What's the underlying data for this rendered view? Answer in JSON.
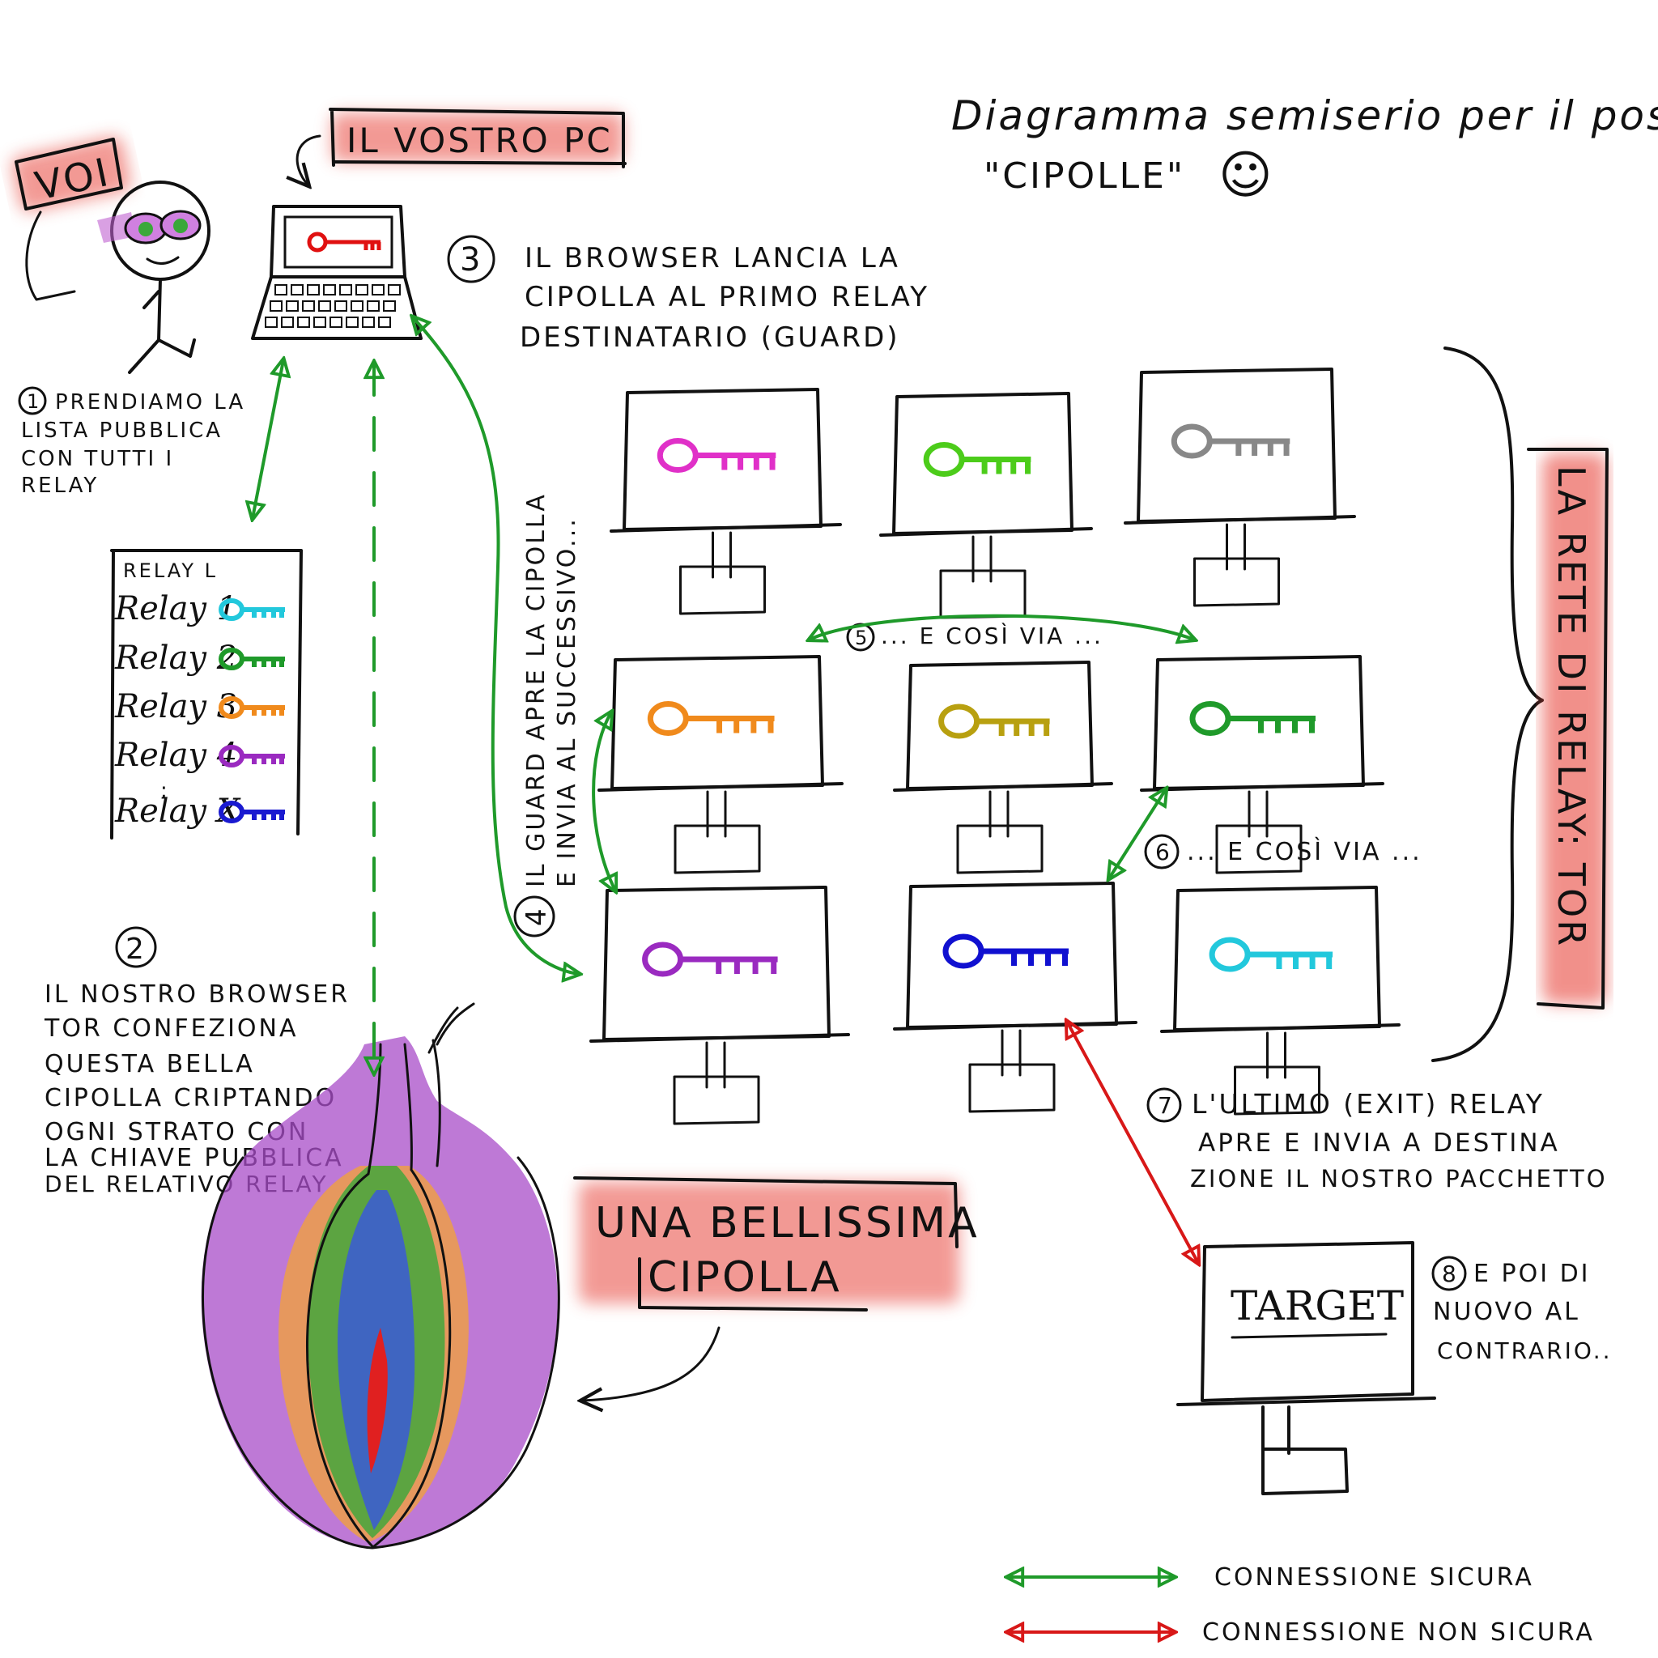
{
  "title": {
    "line1": "Diagramma semiserio per il post",
    "line2": "\"CIPOLLE\"",
    "smiley": "☺"
  },
  "labels": {
    "you": "VOI",
    "your_pc": "IL VOSTRO PC",
    "onion_banner_line1": "UNA BELLISSIMA",
    "onion_banner_line2": "CIPOLLA",
    "tor_network": "LA RETE DI RELAY: TOR",
    "target": "TARGET"
  },
  "steps": [
    {
      "num": "1",
      "lines": [
        "PRENDIAMO LA",
        "LISTA PUBBLICA",
        "CON TUTTI I",
        "RELAY"
      ]
    },
    {
      "num": "2",
      "lines": [
        "IL NOSTRO BROWSER",
        "TOR CONFEZIONA",
        "QUESTA BELLA",
        "CIPOLLA CRIPTANDO",
        "OGNI STRATO CON",
        "LA CHIAVE PUBBLICA",
        "DEL RELATIVO RELAY"
      ]
    },
    {
      "num": "3",
      "lines": [
        "IL BROWSER LANCIA LA",
        "CIPOLLA AL PRIMO RELAY",
        "DESTINATARIO (GUARD)"
      ]
    },
    {
      "num": "4",
      "lines": [
        "IL GUARD APRE LA CIPOLLA",
        "E INVIA AL SUCCESSIVO..."
      ]
    },
    {
      "num": "5",
      "lines": [
        "... E COSÌ VIA ..."
      ]
    },
    {
      "num": "6",
      "lines": [
        "... E COSÌ VIA ..."
      ]
    },
    {
      "num": "7",
      "lines": [
        "L'ULTIMO (EXIT) RELAY",
        "APRE E INVIA A DESTINA",
        "ZIONE IL NOSTRO PACCHETTO"
      ]
    },
    {
      "num": "8",
      "lines": [
        "E POI DI",
        "NUOVO AL",
        "CONTRARIO.."
      ]
    }
  ],
  "relay_list": {
    "header": "RELAY L",
    "rows": [
      {
        "name": "Relay 1",
        "color": "#22c8dc"
      },
      {
        "name": "Relay 2",
        "color": "#1f9a2a"
      },
      {
        "name": "Relay 3",
        "color": "#f08a1c"
      },
      {
        "name": "Relay 4",
        "color": "#9a2ac0"
      },
      {
        "name": "Relay X",
        "color": "#1a1ad0"
      }
    ],
    "ellipsis": ":"
  },
  "pc_key_color": "#e01010",
  "relays": [
    {
      "key_color": "#e030c8"
    },
    {
      "key_color": "#4ccc1a"
    },
    {
      "key_color": "#888888"
    },
    {
      "key_color": "#f08a1c"
    },
    {
      "key_color": "#b8a010"
    },
    {
      "key_color": "#1f9a2a"
    },
    {
      "key_color": "#9a2ac0"
    },
    {
      "key_color": "#1010d0"
    },
    {
      "key_color": "#22c8dc"
    }
  ],
  "legend": [
    {
      "label": "CONNESSIONE SICURA",
      "color": "#1f9a2a"
    },
    {
      "label": "CONNESSIONE NON SICURA",
      "color": "#d81818"
    }
  ],
  "colors": {
    "secure": "#1f9a2a",
    "insecure": "#d81818",
    "banner": "#e8463c",
    "onion_outer": "#a84cc8",
    "onion_orange": "#f0a040",
    "onion_green": "#3aa83a",
    "onion_blue": "#3a5ad8",
    "onion_core": "#e02020"
  }
}
